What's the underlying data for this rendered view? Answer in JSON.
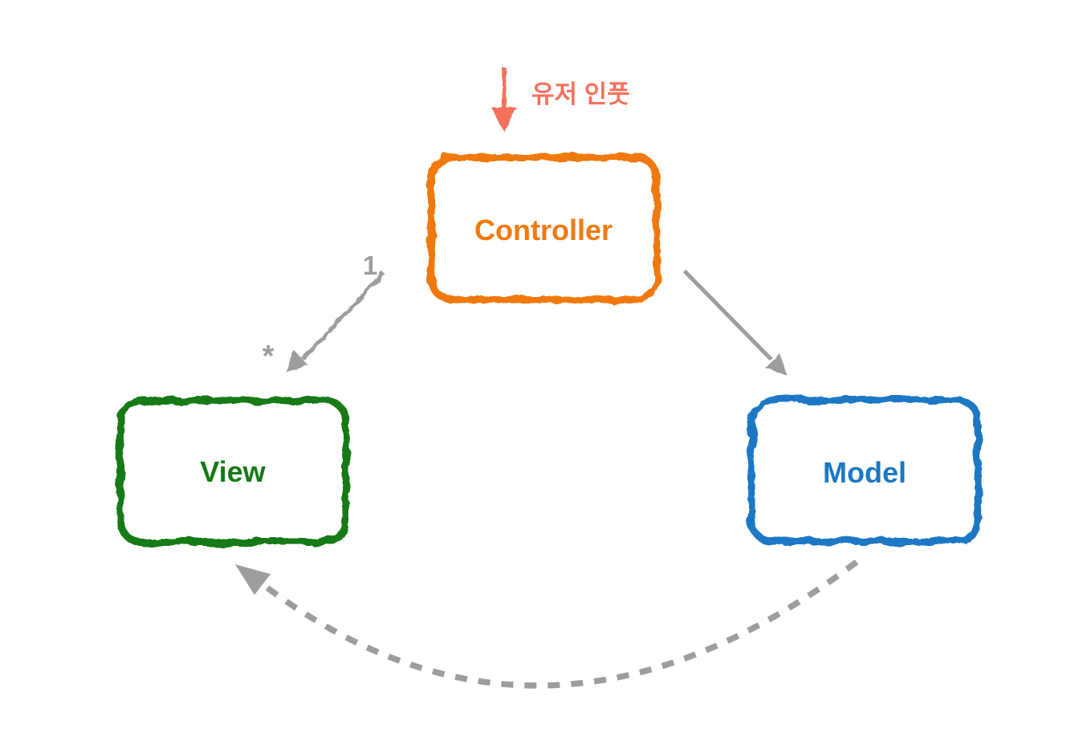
{
  "diagram": {
    "type": "flow-diagram",
    "background_color": "#ffffff",
    "user_input": {
      "label": "유저 인풋",
      "arrow_color": "#f5715c"
    },
    "nodes": {
      "controller": {
        "label": "Controller",
        "color": "#f0790f"
      },
      "view": {
        "label": "View",
        "color": "#157a15"
      },
      "model": {
        "label": "Model",
        "color": "#1b78c4"
      }
    },
    "edges": {
      "color": "#9d9d9d",
      "controller_to_view": {
        "style": "solid",
        "source_multiplicity": "1",
        "target_multiplicity": "*"
      },
      "controller_to_model": {
        "style": "solid"
      },
      "model_to_view": {
        "style": "dashed"
      }
    }
  }
}
